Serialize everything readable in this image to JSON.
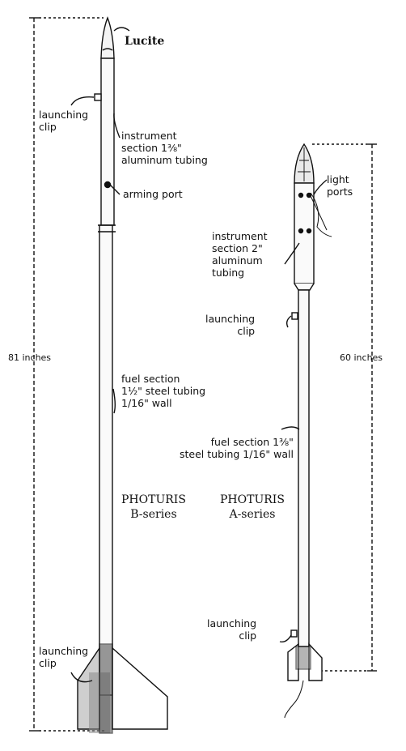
{
  "labels": {
    "lucite": "Lucite",
    "launching_clip_b": "launching\nclip",
    "instrument_section_b": "instrument\nsection 1⅜\"\naluminum tubing",
    "arming_port": "arming port",
    "height_b": "81 inches",
    "fuel_section_b": "fuel section\n1½\" steel tubing\n1/16\" wall",
    "launching_clip_b_lower": "launching\nclip",
    "light_ports": "light\nports",
    "instrument_section_a": "instrument\nsection 2\"\naluminum\ntubing",
    "launching_clip_a": "launching\nclip",
    "height_a": "60 inches",
    "fuel_section_a": "fuel section 1⅜\"\nsteel tubing 1/16\" wall",
    "launching_clip_a_lower": "launching\nclip"
  },
  "titles": {
    "b_name": "PHOTURIS",
    "b_series": "B-series",
    "a_name": "PHOTURIS",
    "a_series": "A-series"
  }
}
